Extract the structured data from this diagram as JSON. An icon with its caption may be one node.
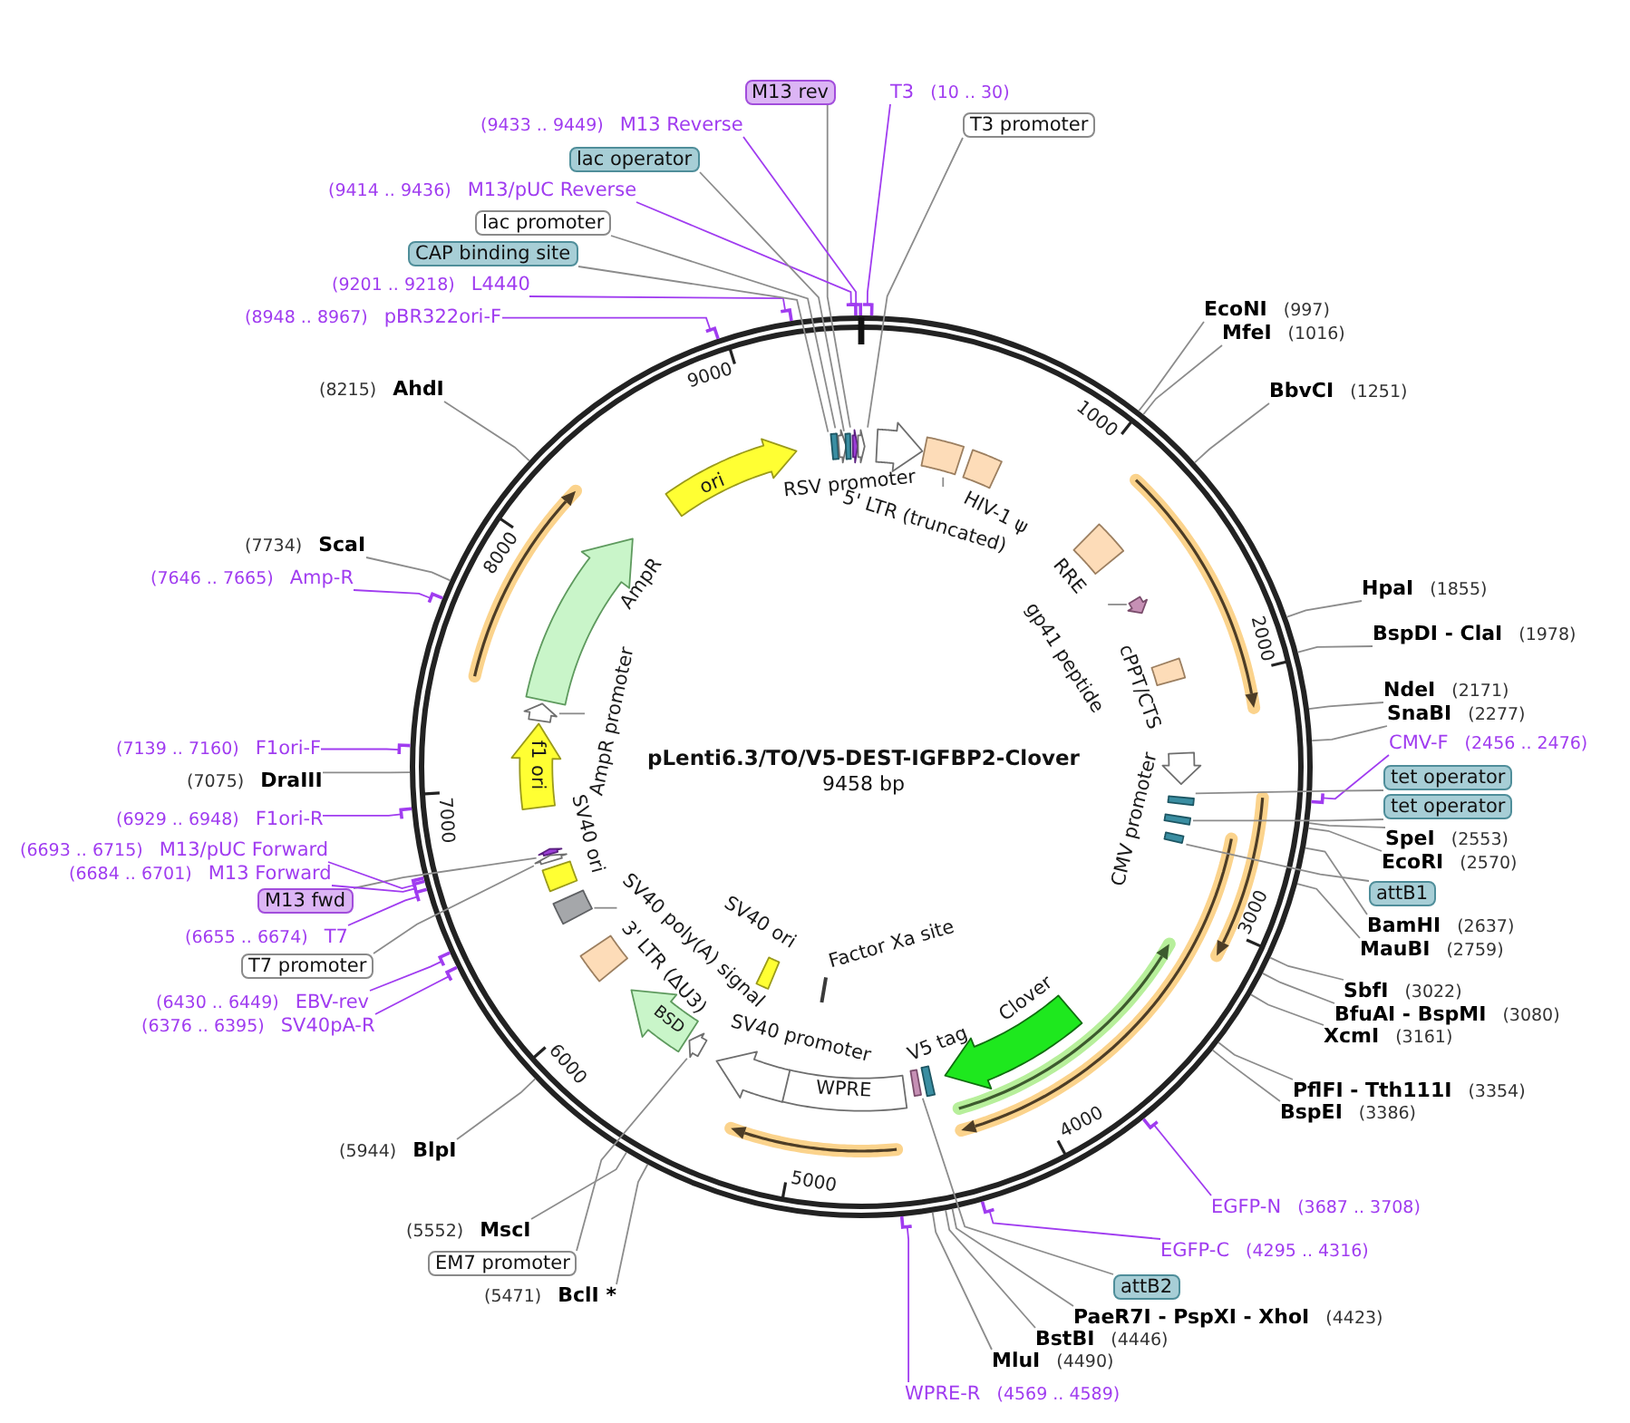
{
  "diagram": {
    "nodes": [
      {
        "text": [
          "pLenti6.3/TO/V5-DEST-IGFBP2-Clover",
          "9458 bp"
        ]
      },
      {
        "text": [],
        "shape": "box",
        "in": 0
      },
      {
        "text": [],
        "shape": "pentagon",
        "in": 0
      },
      {
        "text": [],
        "shape": "box",
        "in": 0
      },
      {
        "text": [],
        "shape": "pentagon",
        "in": 0
      },
      {
        "text": [],
        "shape": "pentagon",
        "in": 0
      },
      {
        "text": [
          "RSV promoter"
        ],
        "in": 0
      },
      {
        "text": [
          "5' LTR (truncated)"
        ],
        "in": 0
      },
      {
        "text": [],
        "shape": "box",
        "in": 0
      },
      {
        "text": [
          "HIV-1 ψ"
        ],
        "in": 0
      },
      {
        "text": [
          "RRE"
        ],
        "in": 0
      },
      {
        "text": [
          "gp41 peptide"
        ],
        "in": 0
      },
      {
        "text": [],
        "shape": "pentagon",
        "in": 0
      },
      {
        "text": [
          "cPPT/CTS"
        ],
        "in": 0
      },
      {
        "text": [
          "CMV promoter"
        ],
        "in": 0
      },
      {
        "text": [],
        "shape": "box",
        "in": 0
      },
      {
        "text": [],
        "shape": "box",
        "in": 0
      },
      {
        "text": [],
        "shape": "box",
        "in": 0
      },
      {
        "text": [
          "Clover"
        ],
        "in": 0
      },
      {
        "text": [],
        "shape": "box",
        "in": 0
      },
      {
        "text": [
          "V5 tag"
        ],
        "in": 0
      },
      {
        "text": [
          "Factor Xa site"
        ],
        "in": 0
      },
      {
        "text": [
          "SV40 ori"
        ],
        "in": 0
      },
      {
        "text": [
          "WPRE"
        ],
        "in": 0
      },
      {
        "text": [
          "SV40 promoter"
        ],
        "in": 0
      },
      {
        "text": [],
        "shape": "pentagon",
        "in": 0
      },
      {
        "text": [
          "BSD"
        ],
        "in": 0
      },
      {
        "text": [
          "3' LTR (ΔU3)"
        ],
        "in": 0
      },
      {
        "text": [
          "SV40 poly(A) signal"
        ],
        "in": 0
      },
      {
        "text": [],
        "shape": "box",
        "in": 0
      },
      {
        "text": [
          "SV40 ori"
        ],
        "in": 0
      },
      {
        "text": [],
        "shape": "pentagon",
        "in": 0
      },
      {
        "text": [],
        "shape": "pentagon",
        "in": 0
      },
      {
        "text": [
          "f1 ori"
        ],
        "in": 0
      },
      {
        "text": [
          "AmpR promoter"
        ],
        "in": 0
      },
      {
        "text": [],
        "shape": "pentagon",
        "in": 0
      },
      {
        "text": [
          "AmpR"
        ],
        "in": 0
      },
      {
        "text": [
          "ori"
        ],
        "in": 0
      },
      {
        "text": [
          "M13 rev"
        ]
      },
      {
        "text": [
          "T3",
          "(10 .. 30)"
        ]
      },
      {
        "text": [
          "T3 promoter"
        ]
      },
      {
        "text": [
          "EcoNI",
          "(997)"
        ]
      },
      {
        "text": [
          "MfeI",
          "(1016)"
        ]
      },
      {
        "text": [
          "BbvCI",
          "(1251)"
        ]
      },
      {
        "text": [
          "HpaI",
          "(1855)"
        ]
      },
      {
        "text": [
          "BspDI - ClaI",
          "(1978)"
        ]
      },
      {
        "text": [
          "NdeI",
          "(2171)"
        ]
      },
      {
        "text": [
          "SnaBI",
          "(2277)"
        ]
      },
      {
        "text": [
          "CMV-F",
          "(2456 .. 2476)"
        ]
      },
      {
        "text": [
          "tet operator"
        ]
      },
      {
        "text": [
          "tet operator"
        ]
      },
      {
        "text": [
          "SpeI",
          "(2553)"
        ]
      },
      {
        "text": [
          "EcoRI",
          "(2570)"
        ]
      },
      {
        "text": [
          "attB1"
        ]
      },
      {
        "text": [
          "BamHI",
          "(2637)"
        ]
      },
      {
        "text": [
          "MauBI",
          "(2759)"
        ]
      },
      {
        "text": [
          "SbfI",
          "(3022)"
        ]
      },
      {
        "text": [
          "BfuAI - BspMI",
          "(3080)"
        ]
      },
      {
        "text": [
          "XcmI",
          "(3161)"
        ]
      },
      {
        "text": [
          "PflFI - Tth111I",
          "(3354)"
        ]
      },
      {
        "text": [
          "BspEI",
          "(3386)"
        ]
      },
      {
        "text": [
          "EGFP-N",
          "(3687 .. 3708)"
        ]
      },
      {
        "text": [
          "EGFP-C",
          "(4295 .. 4316)"
        ]
      },
      {
        "text": [
          "attB2"
        ]
      },
      {
        "text": [
          "PaeR7I - PspXI - XhoI",
          "(4423)"
        ]
      },
      {
        "text": [
          "BstBI",
          "(4446)"
        ]
      },
      {
        "text": [
          "MluI",
          "(4490)"
        ]
      },
      {
        "text": [
          "WPRE-R",
          "(4569 .. 4589)"
        ]
      },
      {
        "text": [
          "(5471)",
          "BclI *"
        ]
      },
      {
        "text": [
          "EM7 promoter"
        ]
      },
      {
        "text": [
          "(5552)",
          "MscI"
        ]
      },
      {
        "text": [
          "(5944)",
          "BlpI"
        ]
      },
      {
        "text": [
          "(6376 .. 6395)",
          "SV40pA-R"
        ]
      },
      {
        "text": [
          "(6430 .. 6449)",
          "EBV-rev"
        ]
      },
      {
        "text": [
          "T7 promoter"
        ]
      },
      {
        "text": [
          "(6655 .. 6674)",
          "T7"
        ]
      },
      {
        "text": [
          "M13 fwd"
        ]
      },
      {
        "text": [
          "(6684 .. 6701)",
          "M13 Forward"
        ]
      },
      {
        "text": [
          "(6693 .. 6715)",
          "M13/pUC Forward"
        ]
      },
      {
        "text": [
          "(6929 .. 6948)",
          "F1ori-R"
        ]
      },
      {
        "text": [
          "(7075)",
          "DraIII"
        ]
      },
      {
        "text": [
          "(7139 .. 7160)",
          "F1ori-F"
        ]
      },
      {
        "text": [
          "(7646 .. 7665)",
          "Amp-R"
        ]
      },
      {
        "text": [
          "(7734)",
          "ScaI"
        ]
      },
      {
        "text": [
          "(8215)",
          "AhdI"
        ]
      },
      {
        "text": [
          "(8948 .. 8967)",
          "pBR322ori-F"
        ]
      },
      {
        "text": [
          "(9201 .. 9218)",
          "L4440"
        ]
      },
      {
        "text": [
          "CAP binding site"
        ]
      },
      {
        "text": [
          "lac promoter"
        ]
      },
      {
        "text": [
          "(9414 .. 9436)",
          "M13/pUC Reverse"
        ]
      },
      {
        "text": [
          "lac operator"
        ]
      },
      {
        "text": [
          "(9433 .. 9449)",
          "M13 Reverse"
        ]
      }
    ],
    "edges": [
      {
        "from": 38,
        "to": 4,
        "arrow": "none"
      },
      {
        "from": 39,
        "to": 0,
        "arrow": "none",
        "color": "#a03cf0"
      },
      {
        "from": 40,
        "to": 5,
        "arrow": "none"
      },
      {
        "from": 41,
        "to": 0,
        "arrow": "none"
      },
      {
        "from": 42,
        "to": 0,
        "arrow": "none"
      },
      {
        "from": 43,
        "to": 0,
        "arrow": "none"
      },
      {
        "from": 44,
        "to": 0,
        "arrow": "none"
      },
      {
        "from": 45,
        "to": 0,
        "arrow": "none"
      },
      {
        "from": 46,
        "to": 0,
        "arrow": "none"
      },
      {
        "from": 47,
        "to": 0,
        "arrow": "none"
      },
      {
        "from": 48,
        "to": 0,
        "arrow": "none",
        "color": "#a03cf0"
      },
      {
        "from": 49,
        "to": 15,
        "arrow": "none"
      },
      {
        "from": 50,
        "to": 16,
        "arrow": "none"
      },
      {
        "from": 51,
        "to": 0,
        "arrow": "none"
      },
      {
        "from": 52,
        "to": 0,
        "arrow": "none"
      },
      {
        "from": 53,
        "to": 17,
        "arrow": "none"
      },
      {
        "from": 54,
        "to": 0,
        "arrow": "none"
      },
      {
        "from": 55,
        "to": 0,
        "arrow": "none"
      },
      {
        "from": 56,
        "to": 0,
        "arrow": "none"
      },
      {
        "from": 57,
        "to": 0,
        "arrow": "none"
      },
      {
        "from": 58,
        "to": 0,
        "arrow": "none"
      },
      {
        "from": 59,
        "to": 0,
        "arrow": "none"
      },
      {
        "from": 60,
        "to": 0,
        "arrow": "none"
      },
      {
        "from": 61,
        "to": 0,
        "arrow": "none",
        "color": "#a03cf0"
      },
      {
        "from": 62,
        "to": 0,
        "arrow": "none",
        "color": "#a03cf0"
      },
      {
        "from": 63,
        "to": 19,
        "arrow": "none"
      },
      {
        "from": 64,
        "to": 0,
        "arrow": "none"
      },
      {
        "from": 65,
        "to": 0,
        "arrow": "none"
      },
      {
        "from": 66,
        "to": 0,
        "arrow": "none"
      },
      {
        "from": 67,
        "to": 0,
        "arrow": "none",
        "color": "#a03cf0"
      },
      {
        "from": 68,
        "to": 0,
        "arrow": "none"
      },
      {
        "from": 69,
        "to": 25,
        "arrow": "none"
      },
      {
        "from": 70,
        "to": 0,
        "arrow": "none"
      },
      {
        "from": 71,
        "to": 0,
        "arrow": "none"
      },
      {
        "from": 72,
        "to": 0,
        "arrow": "none",
        "color": "#a03cf0"
      },
      {
        "from": 73,
        "to": 0,
        "arrow": "none",
        "color": "#a03cf0"
      },
      {
        "from": 74,
        "to": 31,
        "arrow": "none"
      },
      {
        "from": 75,
        "to": 0,
        "arrow": "none",
        "color": "#a03cf0"
      },
      {
        "from": 76,
        "to": 32,
        "arrow": "none"
      },
      {
        "from": 77,
        "to": 0,
        "arrow": "none",
        "color": "#a03cf0"
      },
      {
        "from": 78,
        "to": 0,
        "arrow": "none",
        "color": "#a03cf0"
      },
      {
        "from": 79,
        "to": 0,
        "arrow": "none",
        "color": "#a03cf0"
      },
      {
        "from": 80,
        "to": 0,
        "arrow": "none"
      },
      {
        "from": 81,
        "to": 0,
        "arrow": "none",
        "color": "#a03cf0"
      },
      {
        "from": 82,
        "to": 0,
        "arrow": "none",
        "color": "#a03cf0"
      },
      {
        "from": 83,
        "to": 0,
        "arrow": "none"
      },
      {
        "from": 84,
        "to": 0,
        "arrow": "none"
      },
      {
        "from": 85,
        "to": 0,
        "arrow": "none",
        "color": "#a03cf0"
      },
      {
        "from": 86,
        "to": 0,
        "arrow": "none",
        "color": "#a03cf0"
      },
      {
        "from": 87,
        "to": 1,
        "arrow": "none"
      },
      {
        "from": 88,
        "to": 2,
        "arrow": "none"
      },
      {
        "from": 89,
        "to": 0,
        "arrow": "none",
        "color": "#a03cf0"
      },
      {
        "from": 90,
        "to": 3,
        "arrow": "none"
      },
      {
        "from": 91,
        "to": 0,
        "arrow": "none",
        "color": "#a03cf0"
      },
      {
        "from": 7,
        "to": 8,
        "arrow": "none"
      },
      {
        "from": 11,
        "to": 12,
        "arrow": "none"
      },
      {
        "from": 28,
        "to": 29,
        "arrow": "none"
      },
      {
        "from": 34,
        "to": 35,
        "arrow": "none"
      }
    ],
    "labels": [
      "1000",
      "2000",
      "3000",
      "4000",
      "5000",
      "6000",
      "7000",
      "8000",
      "9000"
    ]
  }
}
